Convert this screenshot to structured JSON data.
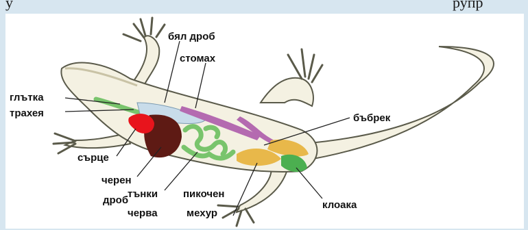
{
  "labels": {
    "lung": "бял дроб",
    "stomach": "стомах",
    "pharynx": "глътка",
    "trachea": "трахея",
    "kidney": "бъбрек",
    "heart": "сърце",
    "liver_1": "черен",
    "liver_2": "дроб",
    "intestine_1": "тънки",
    "intestine_2": "черва",
    "bladder_1": "пикочен",
    "bladder_2": "мехур",
    "cloaca": "клоака"
  },
  "colors": {
    "background": "#d7e6f0",
    "body": "#f4f1e2",
    "outline": "#5a5a4a",
    "heart": "#e8141c",
    "liver": "#5e1a14",
    "intestine": "#79c46c",
    "stomach": "#b46ab0",
    "kidney": "#e8b84a",
    "lung": "#c8dcea"
  }
}
